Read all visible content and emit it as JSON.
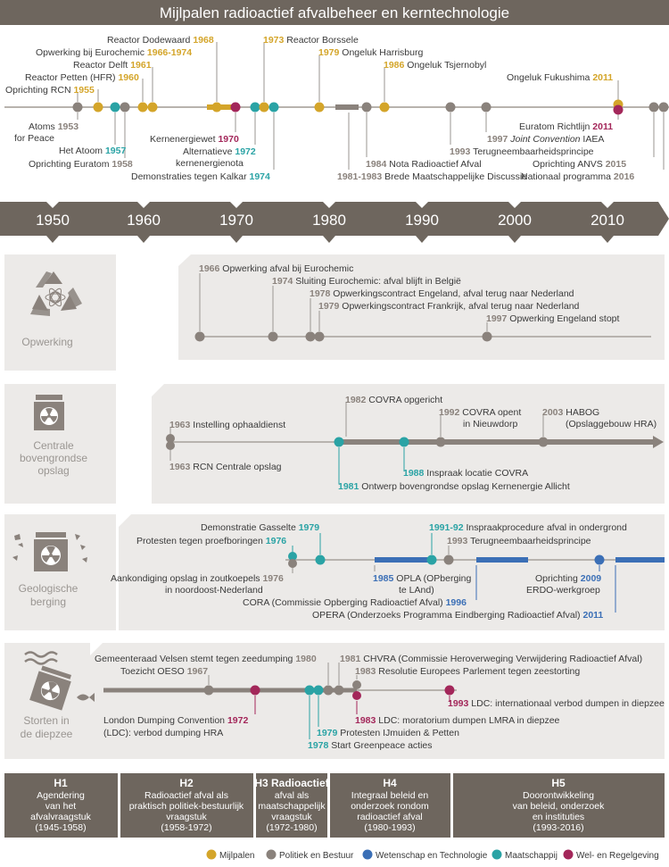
{
  "title": "Mijlpalen radioactief afvalbeheer en kerntechnologie",
  "colors": {
    "mijlpalen": "#d4a52a",
    "politiek": "#8a827c",
    "wetenschap": "#3b6fb6",
    "maatschappij": "#2aa3a5",
    "wel": "#a3275a",
    "dark": "#6e665e",
    "panel": "#eceae8"
  },
  "axis_years": [
    "1950",
    "1960",
    "1970",
    "1980",
    "1990",
    "2000",
    "2010"
  ],
  "top_labels": {
    "dodewaard": {
      "text": "Reactor Dodewaard",
      "year": "1968"
    },
    "borssele_year": "1973",
    "borssele": "Reactor Borssele",
    "eurochemic": {
      "text": "Opwerking bij Eurochemic",
      "year": "1966-1974"
    },
    "harrisburg_year": "1979",
    "harrisburg": "Ongeluk Harrisburg",
    "delft": {
      "text": "Reactor Delft",
      "year": "1961"
    },
    "tsjernobyl_year": "1986",
    "tsjernobyl": "Ongeluk Tsjernobyl",
    "petten": {
      "text": "Reactor Petten (HFR)",
      "year": "1960"
    },
    "fukushima": {
      "text": "Ongeluk Fukushima",
      "year": "2011"
    },
    "rcn": {
      "text": "Oprichting RCN",
      "year": "1955"
    }
  },
  "bottom_labels": {
    "atoms1": "Atoms",
    "atoms_year": "1953",
    "atoms2": "for Peace",
    "euratom_richtlijn": {
      "text": "Euratom Richtlijn",
      "year": "2011"
    },
    "het_atoom": {
      "text": "Het Atoom",
      "year": "1957"
    },
    "terugneem_year": "1993",
    "terugneem": "Terugneembaarheidsprincipe",
    "euratom": {
      "text": "Oprichting Euratom",
      "year": "1958"
    },
    "joint_year": "1997",
    "joint": "Joint Convention",
    "joint_iaea": "IAEA",
    "kernenergiewet": {
      "text": "Kernenergiewet",
      "year": "1970"
    },
    "alternatieve1": "Alternatieve",
    "alternatieve_year": "1972",
    "alternatieve2": "kernenergienota",
    "nota_year": "1984",
    "nota": "Nota Radioactief Afval",
    "anvs": {
      "text": "Oprichting ANVS",
      "year": "2015"
    },
    "kalkar": {
      "text": "Demonstraties tegen Kalkar",
      "year": "1974"
    },
    "bmd_year": "1981-1983",
    "bmd": "Brede Maatschappelijke Discussie",
    "nationaal": {
      "text": "Nationaal programma",
      "year": "2016"
    }
  },
  "sections": {
    "opwerking": {
      "label": "Opwerking",
      "items": [
        {
          "year": "1966",
          "text": "Opwerking afval bij Eurochemic"
        },
        {
          "year": "1974",
          "text": "Sluiting Eurochemic: afval blijft in België"
        },
        {
          "year": "1978",
          "text": "Opwerkingscontract Engeland, afval terug naar Nederland"
        },
        {
          "year": "1979",
          "text": "Opwerkingscontract Frankrijk, afval terug naar Nederland"
        },
        {
          "year": "1997",
          "text": "Opwerking Engeland stopt"
        }
      ]
    },
    "centrale": {
      "label1": "Centrale",
      "label2": "bovengrondse",
      "label3": "opslag",
      "i1963a": "Instelling ophaaldienst",
      "y1963a": "1963",
      "i1963b": "RCN Centrale opslag",
      "y1963b": "1963",
      "i1982": "COVRA opgericht",
      "y1982": "1982",
      "i1992a": "COVRA opent",
      "i1992b": "in Nieuwdorp",
      "y1992": "1992",
      "i2003a": "HABOG",
      "i2003b": "(Opslaggebouw HRA)",
      "y2003": "2003",
      "i1988": "Inspraak locatie COVRA",
      "y1988": "1988",
      "i1981": "Ontwerp bovengrondse opslag Kernenergie Allicht",
      "y1981": "1981"
    },
    "geologische": {
      "label1": "Geologische",
      "label2": "berging",
      "gasselte": "Demonstratie Gasselte",
      "y1979": "1979",
      "proef": "Protesten tegen proefboringen",
      "y1976": "1976",
      "inspraak_year": "1991-92",
      "inspraak": "Inspraakprocedure afval in ondergrond",
      "terug_year": "1993",
      "terug": "Terugneembaarheidsprincipe",
      "aank1": "Aankondiging opslag in zoutkoepels",
      "aank_year": "1976",
      "aank2": "in noordoost-Nederland",
      "opla_year": "1985",
      "opla1": "OPLA (OPberging",
      "opla2": "te LAnd)",
      "erdo1": "Oprichting",
      "erdo_year": "2009",
      "erdo2": "ERDO-werkgroep",
      "cora": "CORA (Commissie Opberging Radioactief Afval)",
      "cora_year": "1996",
      "opera": "OPERA (Onderzoeks Programma Eindberging Radioactief Afval)",
      "opera_year": "2011"
    },
    "diepzee": {
      "label1": "Storten in",
      "label2": "de diepzee",
      "velsen": "Gemeenteraad Velsen stemt tegen zeedumping",
      "velsen_year": "1980",
      "chvra_year": "1981",
      "chvra": "CHVRA (Commissie Heroverweging Verwijdering Radioactief Afval)",
      "oeso": "Toezicht OESO",
      "oeso_year": "1967",
      "resolutie_year": "1983",
      "resolutie": "Resolutie Europees Parlement tegen zeestorting",
      "ldc93_year": "1993",
      "ldc93": "LDC: internationaal verbod dumpen in diepzee",
      "london1": "London Dumping Convention",
      "london_year": "1972",
      "london2": "(LDC): verbod dumping HRA",
      "ldc83_year": "1983",
      "ldc83": "LDC: moratorium dumpen LMRA in diepzee",
      "prot_year": "1979",
      "prot": "Protesten IJmuiden & Petten",
      "green_year": "1978",
      "green": "Start Greenpeace acties"
    }
  },
  "phases": [
    {
      "head": "H1",
      "lines": [
        "Agendering",
        "van het",
        "afvalvraagstuk",
        "(1945-1958)"
      ]
    },
    {
      "head": "H2",
      "lines": [
        "Radioactief afval als",
        "praktisch politiek-bestuurlijk",
        "vraagstuk",
        "(1958-1972)"
      ]
    },
    {
      "head": "H3 Radioactief",
      "lines": [
        "afval als",
        "maatschappelijk",
        "vraagstuk",
        "(1972-1980)"
      ]
    },
    {
      "head": "H4",
      "lines": [
        "Integraal beleid en",
        "onderzoek rondom",
        "radioactief afval",
        "(1980-1993)"
      ]
    },
    {
      "head": "H5",
      "lines": [
        "Doorontwikkeling",
        "van beleid, onderzoek",
        "en instituties",
        "(1993-2016)"
      ]
    }
  ],
  "legend": [
    {
      "label": "Mijlpalen",
      "color": "#d4a52a"
    },
    {
      "label": "Politiek en Bestuur",
      "color": "#8a827c"
    },
    {
      "label": "Wetenschap en Technologie",
      "color": "#3b6fb6"
    },
    {
      "label": "Maatschappij",
      "color": "#2aa3a5"
    },
    {
      "label": "Wel- en Regelgeving",
      "color": "#a3275a"
    }
  ]
}
